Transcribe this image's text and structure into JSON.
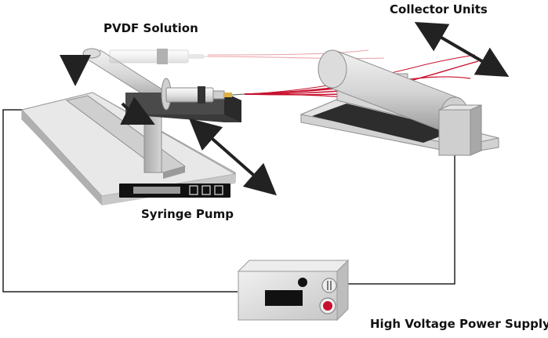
{
  "labels": {
    "pvdf_solution": "PVDF Solution",
    "collector_units": "Collector Units",
    "syringe_pump": "Syringe Pump",
    "power_supply": "High Voltage Power Supply"
  },
  "colors": {
    "fiber_red": "#c8102e",
    "fiber_faint": "#e8a0a8",
    "metal_light": "#e6e6e6",
    "metal_mid": "#c9c9c9",
    "metal_dark": "#8c8c8c",
    "block_dark": "#3a3a3a",
    "wire": "#222222",
    "button_red": "#c8102e"
  },
  "icons": {
    "motion_arrow": "double-headed-arrow",
    "fibers": "fiber-strands"
  }
}
